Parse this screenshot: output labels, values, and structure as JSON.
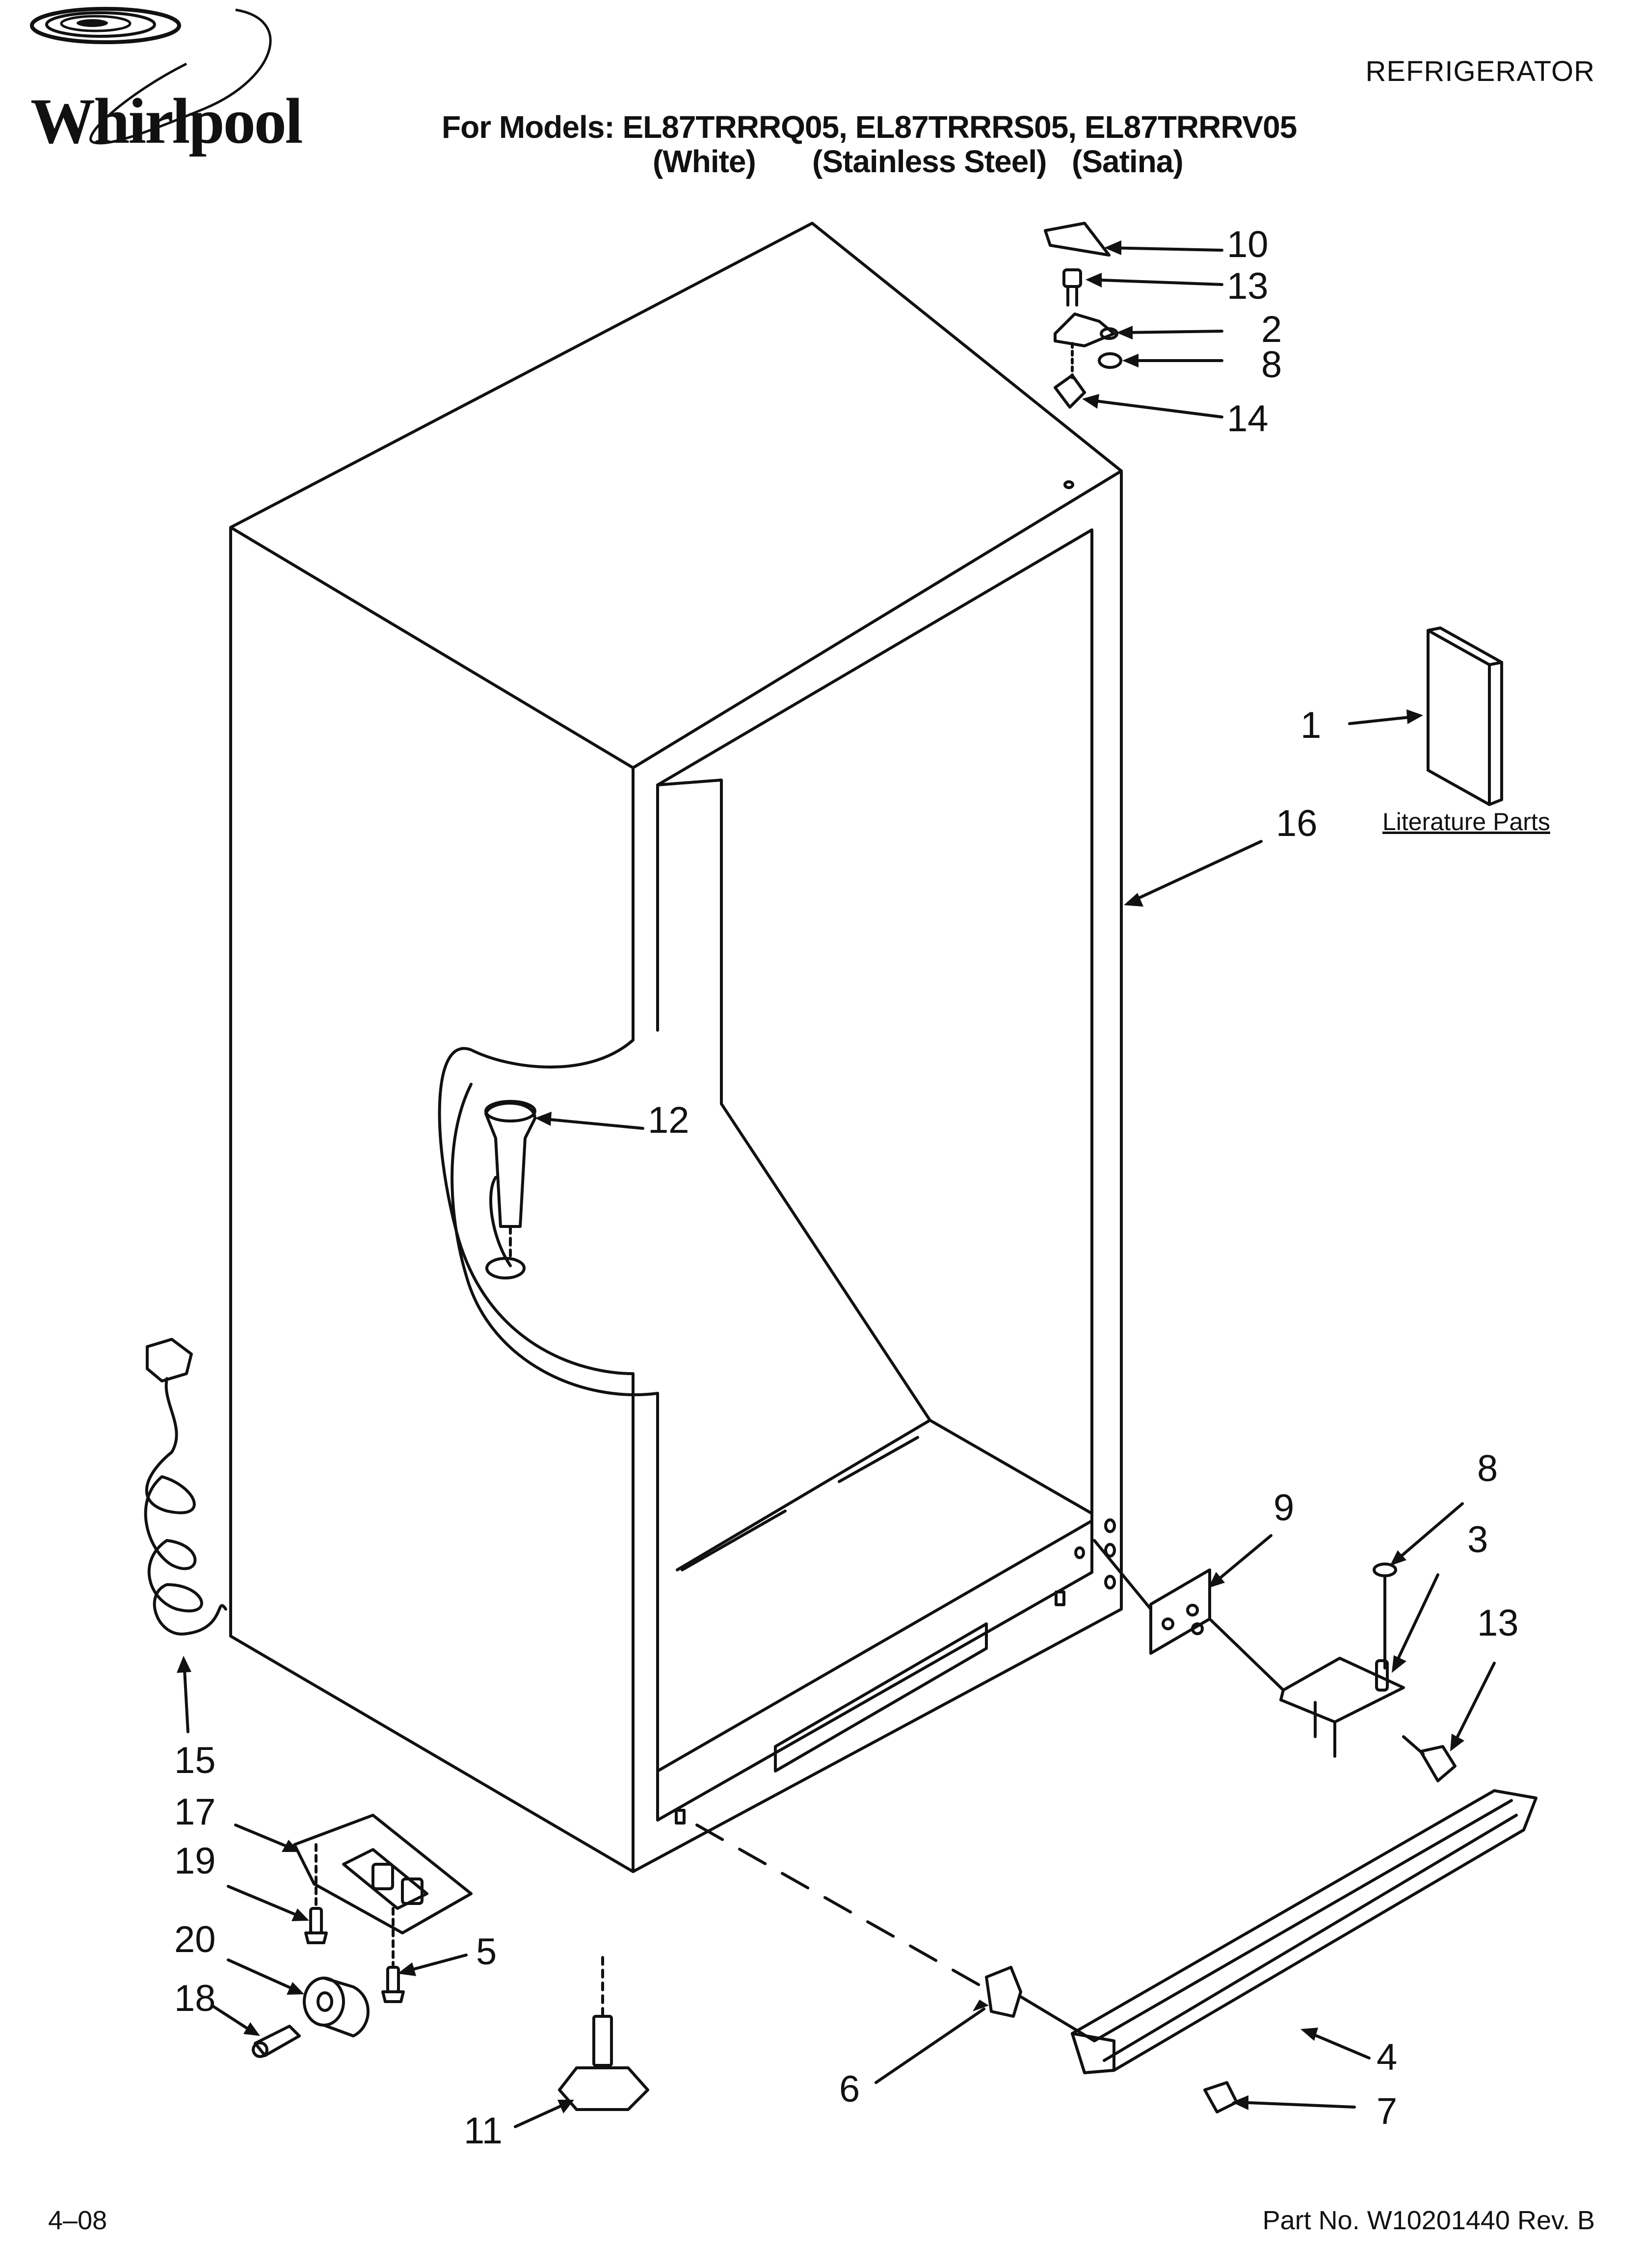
{
  "header": {
    "brand": "Whirlpool",
    "category": "REFRIGERATOR",
    "models_line": "For Models: EL87TRRRQ05, EL87TRRRS05, EL87TRRRV05",
    "variants": [
      "(White)",
      "(Stainless Steel)",
      "(Satina)"
    ]
  },
  "callouts": [
    "10",
    "13",
    "2",
    "8",
    "14",
    "1",
    "16",
    "12",
    "9",
    "8",
    "3",
    "13",
    "15",
    "17",
    "19",
    "5",
    "20",
    "18",
    "11",
    "6",
    "4",
    "7"
  ],
  "literature_label": "Literature Parts",
  "footer": {
    "date": "4–08",
    "part_no": "Part No. W10201440 Rev. B"
  }
}
